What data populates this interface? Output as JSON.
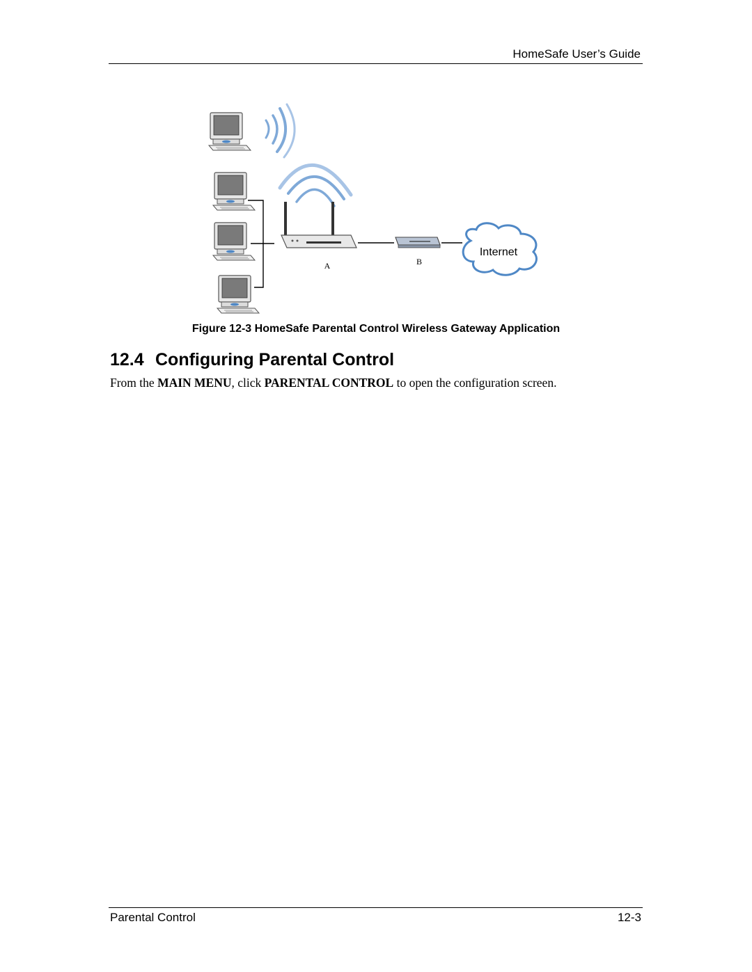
{
  "header": {
    "title": "HomeSafe User’s Guide"
  },
  "figure": {
    "label_a": "A",
    "label_b": "B",
    "cloud_label": "Internet",
    "caption": "Figure 12-3 HomeSafe Parental Control Wireless Gateway Application",
    "colors": {
      "wifi_wave": "#7fa9d8",
      "cloud": "#4f88c6",
      "device": "#d8d8d8"
    },
    "icons": [
      "computer-icon",
      "wireless-gateway-icon",
      "modem-icon",
      "internet-cloud-icon",
      "wifi-signal-icon"
    ]
  },
  "section": {
    "number": "12.4",
    "title": "Configuring Parental Control",
    "body": {
      "t1": "From the ",
      "b1": "MAIN MENU",
      "t2": ", click ",
      "b2": "PARENTAL CONTROL",
      "t3": " to open the configuration screen."
    }
  },
  "footer": {
    "left": "Parental Control",
    "right": "12-3"
  }
}
